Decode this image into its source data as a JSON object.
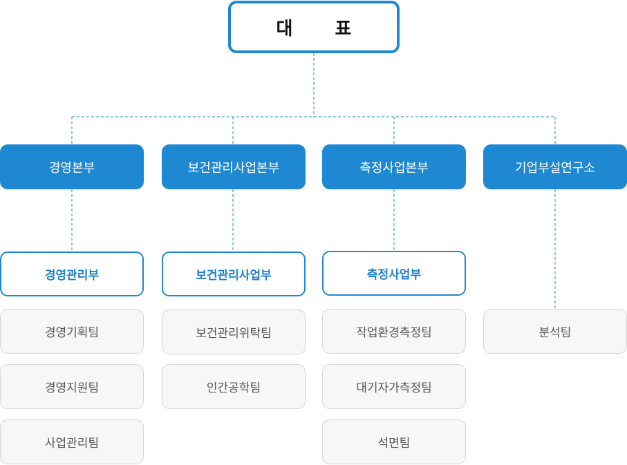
{
  "ceo": {
    "label": "대 표"
  },
  "divisions": [
    {
      "label": "경영본부",
      "department": "경영관리부",
      "teams": [
        "경영기획팀",
        "경영지원팀",
        "사업관리팀"
      ]
    },
    {
      "label": "보건관리사업본부",
      "department": "보건관리사업부",
      "teams": [
        "보건관리위탁팀",
        "인간공학팀"
      ]
    },
    {
      "label": "측정사업본부",
      "department": "측정사업부",
      "teams": [
        "작업환경측정팀",
        "대기자가측정팀",
        "석면팀"
      ]
    },
    {
      "label": "기업부설연구소",
      "department": null,
      "teams": [
        "분석팀"
      ]
    }
  ],
  "colors": {
    "accent": "#1e88d2",
    "team_bg": "#f7f7f7",
    "team_border": "#d6d6d6",
    "team_text": "#555555"
  }
}
